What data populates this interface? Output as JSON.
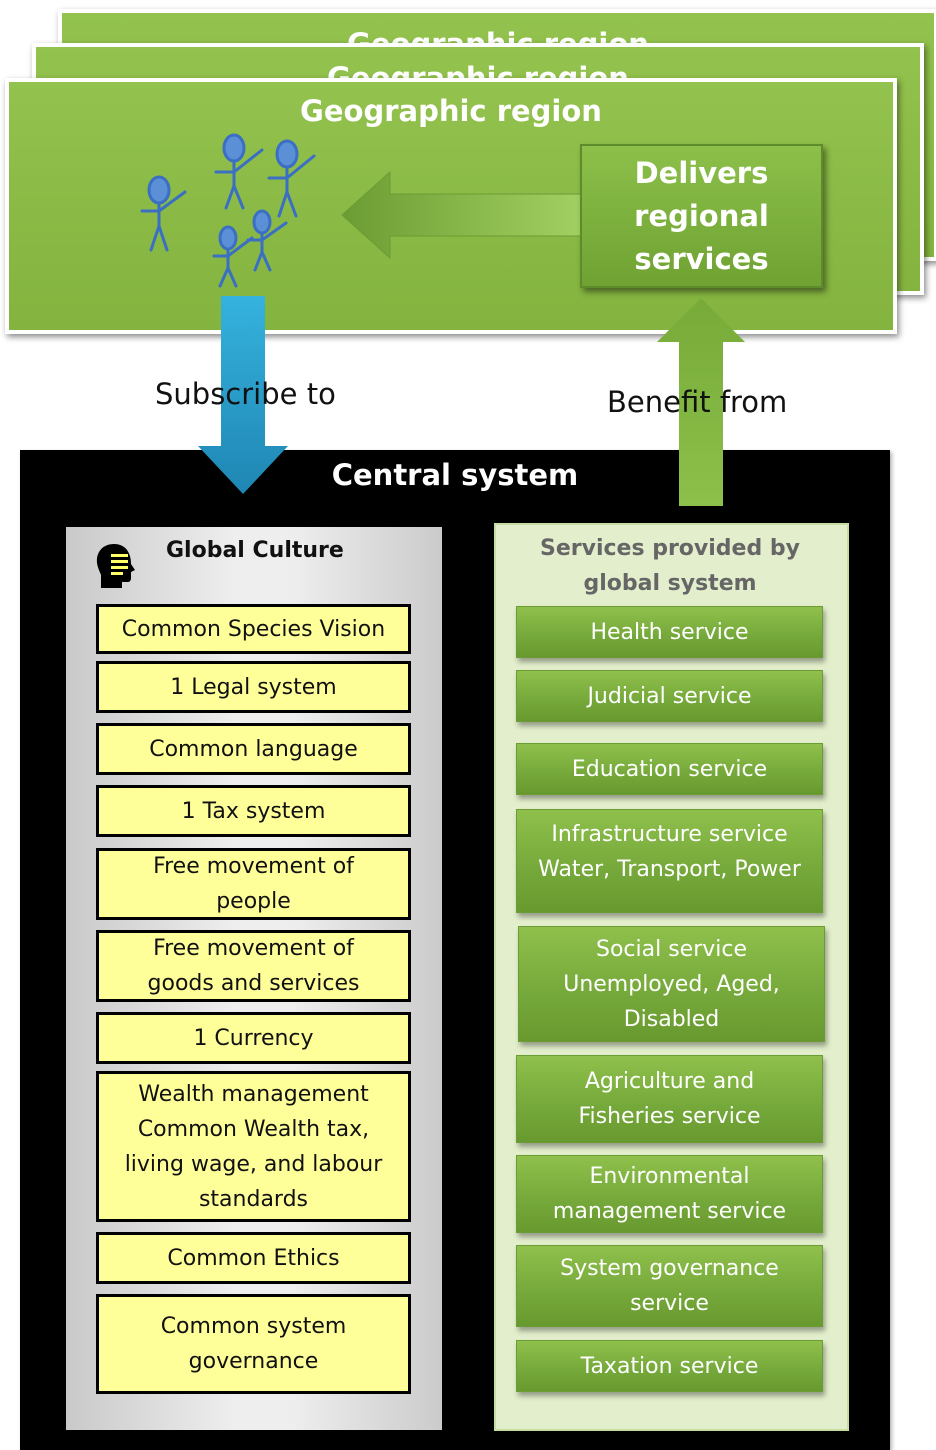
{
  "region": {
    "title": "Geographic region",
    "delivers_label": "Delivers regional services"
  },
  "arrows": {
    "subscribe_label": "Subscribe to",
    "benefit_label": "Benefit from"
  },
  "central": {
    "title": "Central system",
    "culture": {
      "title": "Global Culture",
      "items": [
        "Common Species Vision",
        "1 Legal system",
        "Common language",
        "1 Tax system",
        "Free movement of people",
        "Free movement of goods and services",
        "1 Currency",
        "Wealth management Common Wealth tax, living wage, and labour standards",
        "Common Ethics",
        "Common system governance"
      ]
    },
    "services": {
      "title": "Services provided by global system",
      "items": [
        "Health service",
        "Judicial service",
        "Education service",
        "Infrastructure service Water, Transport, Power",
        "Social service Unemployed, Aged, Disabled",
        "Agriculture and Fisheries service",
        "Environmental management service",
        "System governance service",
        "Taxation service"
      ]
    }
  },
  "colors": {
    "region_green": "#8aba45",
    "subscribe_arrow": "#2fa3cf",
    "benefit_arrow": "#8cc04a",
    "culture_item": "#ffff99",
    "service_item": "#75a83a"
  }
}
